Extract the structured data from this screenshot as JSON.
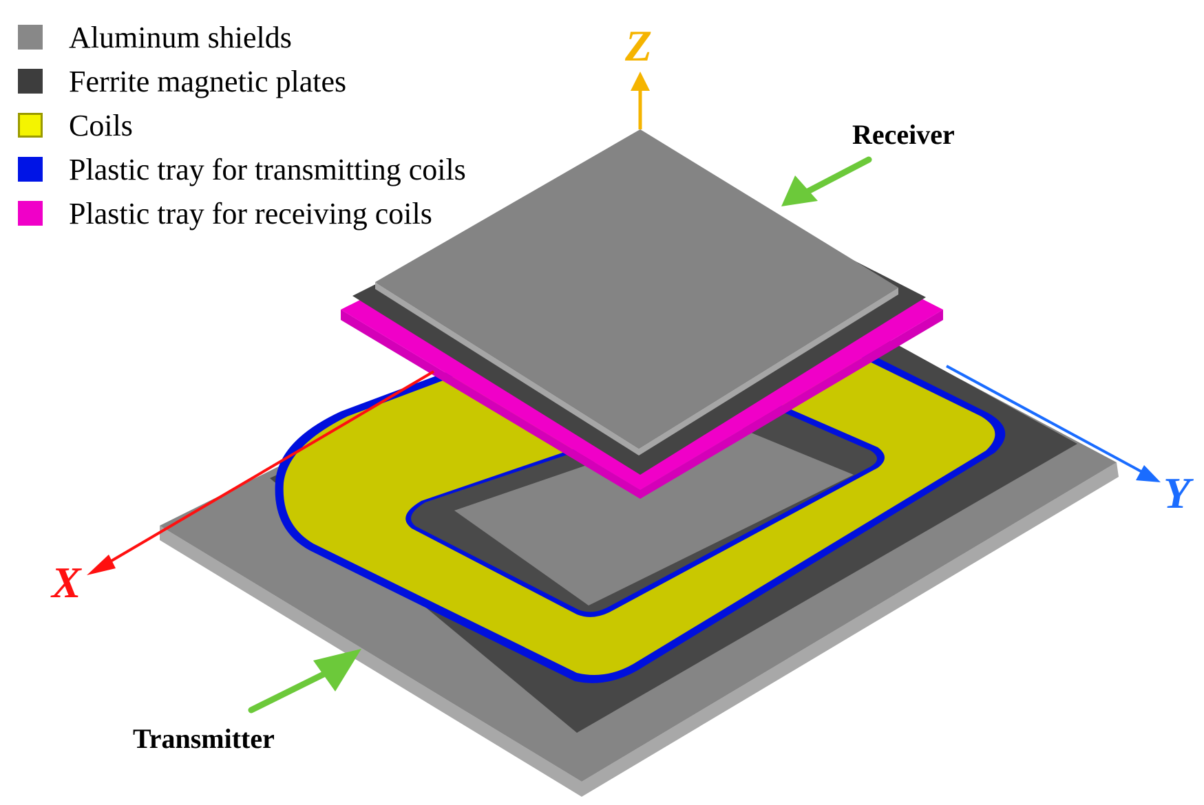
{
  "legend": [
    {
      "label": "Aluminum shields",
      "color": "#888888",
      "border": "#888888"
    },
    {
      "label": "Ferrite magnetic plates",
      "color": "#3d3d3d",
      "border": "#3d3d3d"
    },
    {
      "label": "Coils",
      "color": "#f4f400",
      "border": "#9a9a00"
    },
    {
      "label": "Plastic tray for transmitting coils",
      "color": "#0014e6",
      "border": "#0014e6"
    },
    {
      "label": "Plastic tray for receiving coils",
      "color": "#f000c8",
      "border": "#f000c8"
    }
  ],
  "callouts": {
    "receiver": "Receiver",
    "transmitter": "Transmitter"
  },
  "axes": {
    "x": {
      "label": "X",
      "color": "#ff1010"
    },
    "y": {
      "label": "Y",
      "color": "#1a6cff"
    },
    "z": {
      "label": "Z",
      "color": "#f5b400"
    }
  },
  "colors": {
    "aluminum_top": "#858585",
    "aluminum_side": "#a9a9a9",
    "ferrite": "#4a4a4a",
    "coil": "#c8c800",
    "tx_tray": "#0010dd",
    "rx_tray": "#e800c8",
    "callout_arrow": "#6cc93a"
  }
}
